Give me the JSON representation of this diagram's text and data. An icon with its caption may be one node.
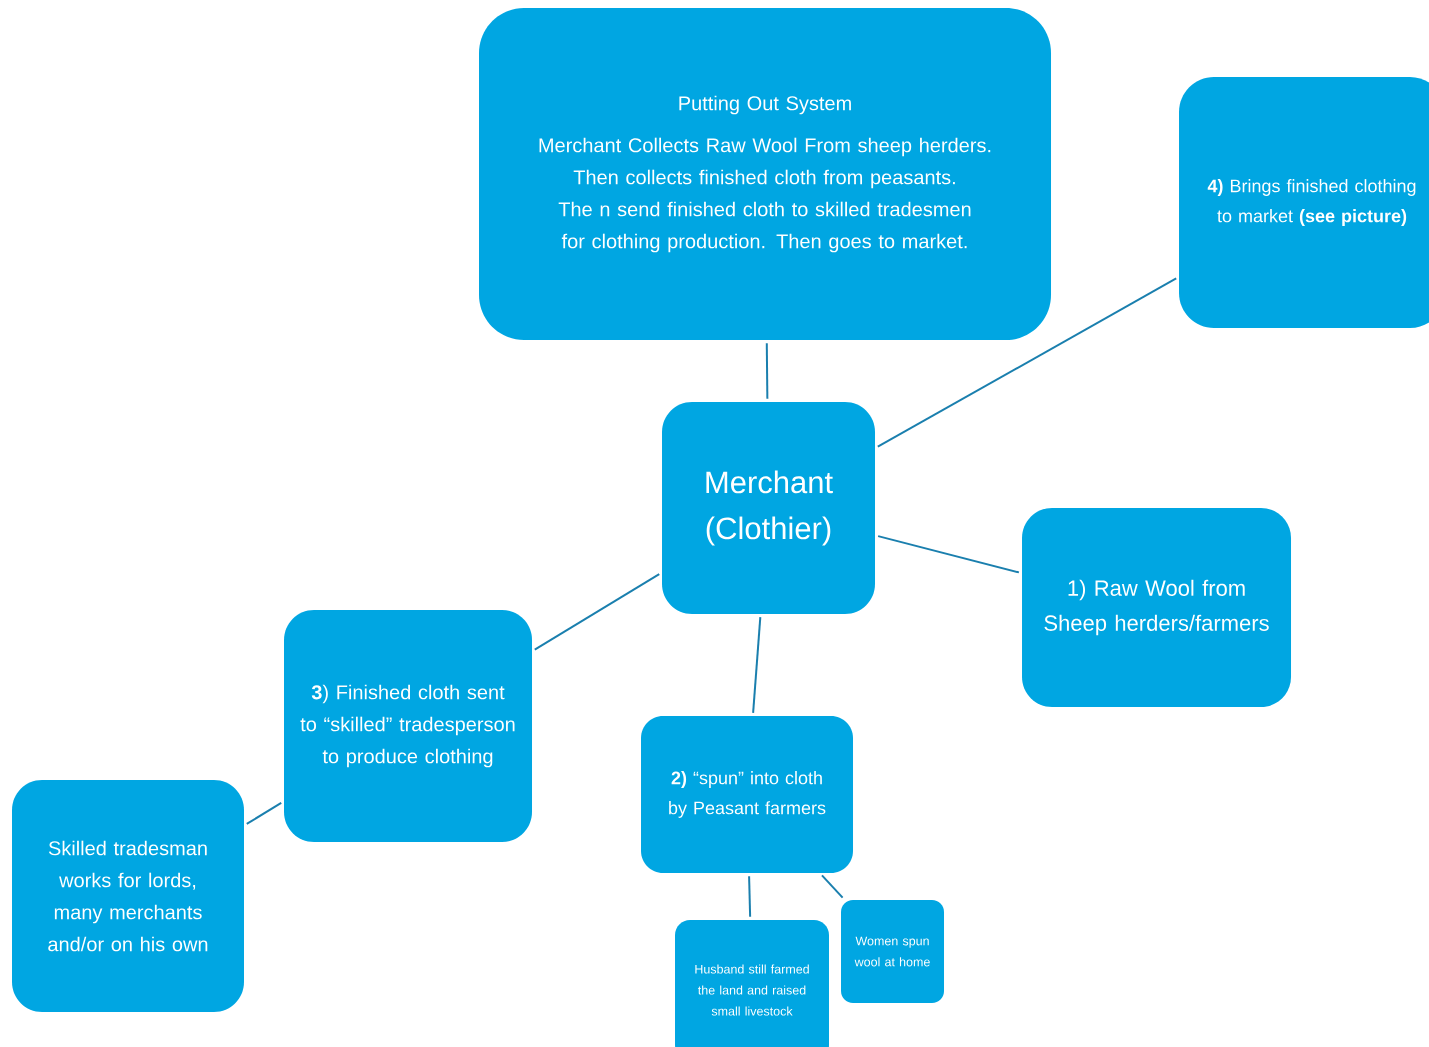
{
  "diagram": {
    "nodes": [
      {
        "text": [
          "Putting Out System",
          "Merchant Collects Raw Wool From sheep herders. Then collects finished cloth from peasants. The n send finished cloth to skilled tradesmen for clothing production. Then goes to market."
        ]
      },
      {
        "text": [
          "**4)** Brings finished clothing  to market **(see picture)**"
        ]
      },
      {
        "text": [
          "Merchant (Clothier)"
        ]
      },
      {
        "text": [
          "1) Raw Wool from Sheep herders/farmers"
        ]
      },
      {
        "text": [
          "**3**) Finished cloth sent to “skilled” tradesperson to produce clothing"
        ]
      },
      {
        "text": [
          "**2)** “spun” into cloth by Peasant farmers"
        ]
      },
      {
        "text": [
          "Skilled tradesman works for lords, many merchants and/or on his own"
        ]
      },
      {
        "text": [
          "Husband still farmed the land and raised small livestock"
        ]
      },
      {
        "text": [
          "Women spun wool at home"
        ]
      }
    ],
    "edges": [
      {
        "from": 0,
        "to": 2,
        "arrow": "none"
      },
      {
        "from": 2,
        "to": 1,
        "arrow": "none"
      },
      {
        "from": 2,
        "to": 3,
        "arrow": "none"
      },
      {
        "from": 2,
        "to": 4,
        "arrow": "none"
      },
      {
        "from": 2,
        "to": 5,
        "arrow": "none"
      },
      {
        "from": 4,
        "to": 6,
        "arrow": "none"
      },
      {
        "from": 5,
        "to": 7,
        "arrow": "none"
      },
      {
        "from": 5,
        "to": 8,
        "arrow": "none"
      }
    ]
  }
}
